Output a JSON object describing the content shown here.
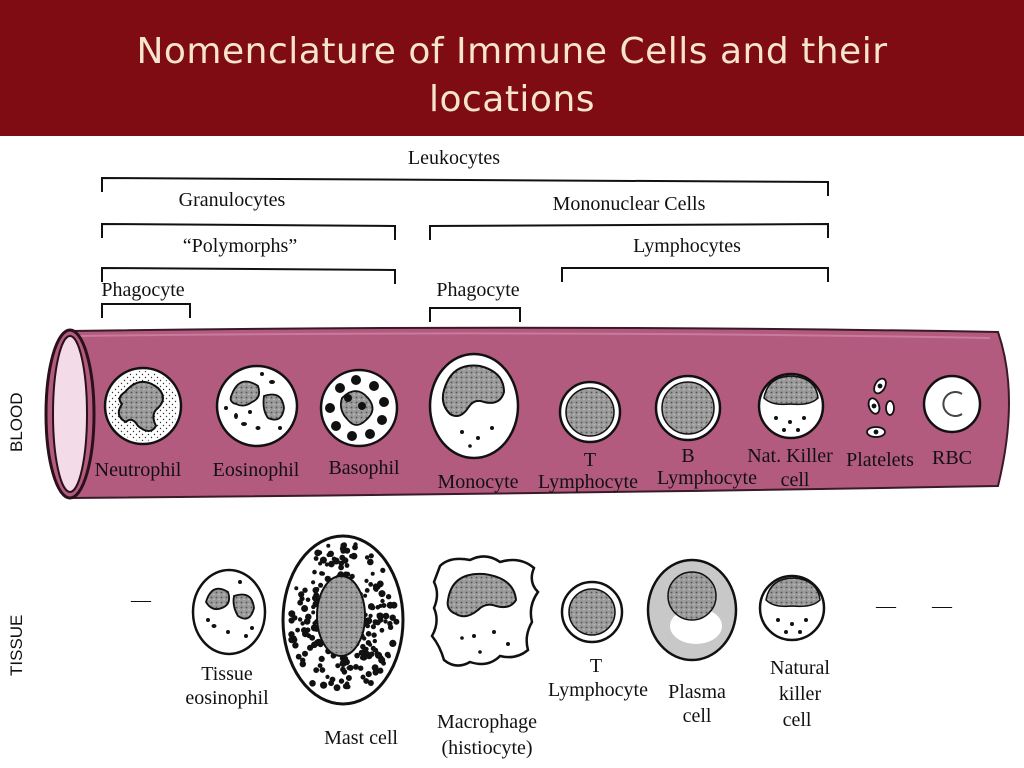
{
  "title": "Nomenclature of Immune Cells and their locations",
  "colors": {
    "title_bg": "#7e0c12",
    "title_text": "#f6e4cf",
    "vessel": "#b35a7f",
    "vessel_dark": "#8a3f60",
    "cell_purple": "#c6a0b8",
    "nucleus": "#8b8b8b"
  },
  "groups": {
    "leukocytes": "Leukocytes",
    "granulocytes": "Granulocytes",
    "polymorphs": "“Polymorphs”",
    "phagocyte_left": "Phagocyte",
    "mononuclear": "Mononuclear Cells",
    "lymphocytes": "Lymphocytes",
    "phagocyte_mid": "Phagocyte"
  },
  "sections": {
    "blood": "BLOOD",
    "tissue": "TISSUE"
  },
  "blood_cells": {
    "neutrophil": "Neutrophil",
    "eosinophil": "Eosinophil",
    "basophil": "Basophil",
    "monocyte": "Monocyte",
    "t_lymphocyte_1": "T",
    "t_lymphocyte_2": "Lymphocyte",
    "b_lymphocyte_1": "B",
    "b_lymphocyte_2": "Lymphocyte",
    "nk_1": "Nat. Killer",
    "nk_2": "cell",
    "platelets": "Platelets",
    "rbc": "RBC"
  },
  "tissue_cells": {
    "tissue_eosinophil_1": "Tissue",
    "tissue_eosinophil_2": "eosinophil",
    "mast_cell": "Mast cell",
    "macrophage_1": "Macrophage",
    "macrophage_2": "(histiocyte)",
    "t_lymphocyte_1": "T",
    "t_lymphocyte_2": "Lymphocyte",
    "plasma_1": "Plasma",
    "plasma_2": "cell",
    "nk_1": "Natural",
    "nk_2": "killer",
    "nk_3": "cell",
    "dash": "—"
  }
}
